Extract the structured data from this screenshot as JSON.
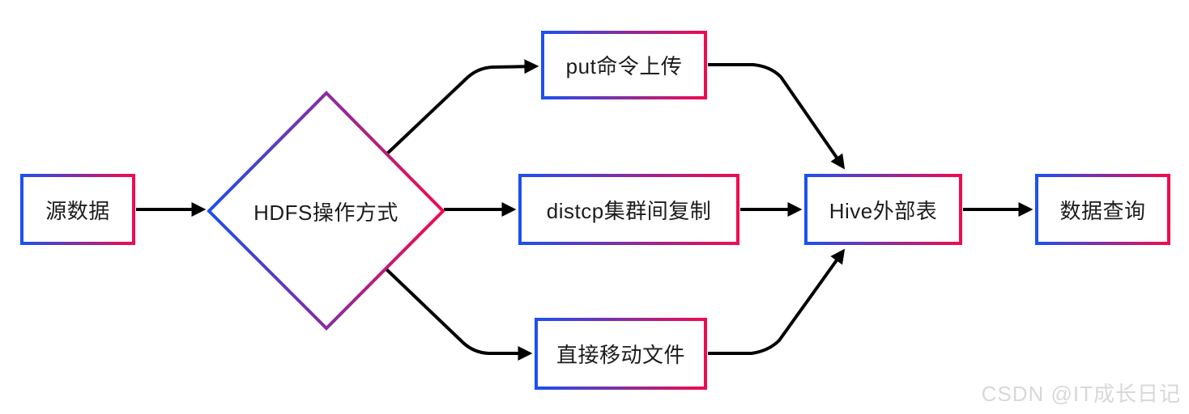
{
  "colors": {
    "border_gradient_start": "#1d50ee",
    "border_gradient_end": "#f00b50",
    "arrow": "#000000",
    "text": "#1c1c1c",
    "watermark": "#d8d8d8",
    "background": "#ffffff"
  },
  "nodes": {
    "source": "源数据",
    "decision": "HDFS操作方式",
    "put": "put命令上传",
    "distcp": "distcp集群间复制",
    "move": "直接移动文件",
    "hive": "Hive外部表",
    "query": "数据查询"
  },
  "edges": [
    {
      "from": "source",
      "to": "decision"
    },
    {
      "from": "decision",
      "to": "put"
    },
    {
      "from": "decision",
      "to": "distcp"
    },
    {
      "from": "decision",
      "to": "move"
    },
    {
      "from": "put",
      "to": "hive"
    },
    {
      "from": "distcp",
      "to": "hive"
    },
    {
      "from": "move",
      "to": "hive"
    },
    {
      "from": "hive",
      "to": "query"
    }
  ],
  "watermark": "CSDN @IT成长日记"
}
